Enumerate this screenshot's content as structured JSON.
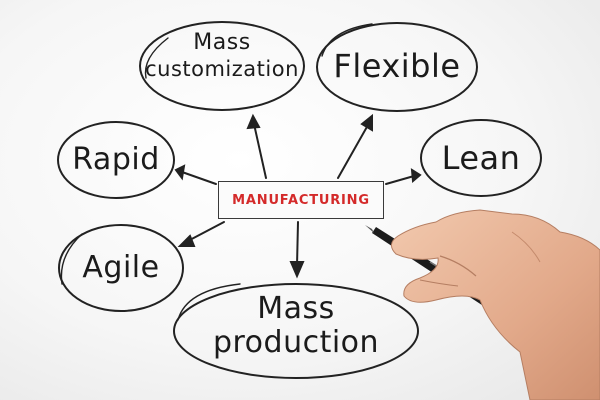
{
  "center": {
    "label": "MANUFACTURING"
  },
  "nodes": {
    "mass_customization": {
      "line1": "Mass",
      "line2": "customization"
    },
    "flexible": {
      "label": "Flexible"
    },
    "rapid": {
      "label": "Rapid"
    },
    "lean": {
      "label": "Lean"
    },
    "agile": {
      "label": "Agile"
    },
    "mass_production": {
      "line1": "Mass",
      "line2": "production"
    }
  },
  "colors": {
    "center_text": "#d42a2a",
    "ink": "#1b1b1b"
  },
  "illustration": {
    "hand": "hand-holding-pen"
  }
}
